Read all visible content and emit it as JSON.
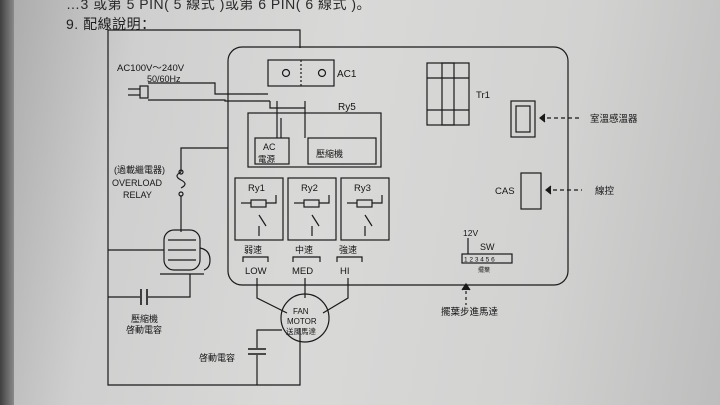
{
  "heading": {
    "cut_line": "…3 或第 5 PIN( 5 線式 )或第 6 PIN( 6 線式 )。",
    "section": "9. 配線說明："
  },
  "power": {
    "voltage": "AC100V～240V",
    "frequency": "50/60Hz"
  },
  "board": {
    "ac_terminal": "AC1",
    "relay_group": "Ry5",
    "relay_ac_top": "AC",
    "relay_ac_bottom": "電源",
    "relay_compressor": "壓縮機",
    "relays": [
      {
        "name": "Ry1",
        "speed": "弱速",
        "code": "LOW"
      },
      {
        "name": "Ry2",
        "speed": "中速",
        "code": "MED"
      },
      {
        "name": "Ry3",
        "speed": "強速",
        "code": "HI"
      }
    ],
    "transformer": "Tr1",
    "cas": "CAS",
    "voltage_12v": "12V",
    "sw": "SW",
    "pins": "1 2 3 4 5 6",
    "pins_note": "擺葉"
  },
  "external": {
    "overload_cn": "(過載繼電器)",
    "overload_line1": "OVERLOAD",
    "overload_line2": "RELAY",
    "compressor_cap_line1": "壓縮機",
    "compressor_cap_line2": "啓動電容",
    "fan_line1": "FAN",
    "fan_line2": "MOTOR",
    "fan_line3": "送風馬達",
    "start_cap": "啓動電容",
    "room_sensor": "室溫感溫器",
    "wired_control": "線控",
    "swing_motor": "擺葉步進馬達"
  }
}
